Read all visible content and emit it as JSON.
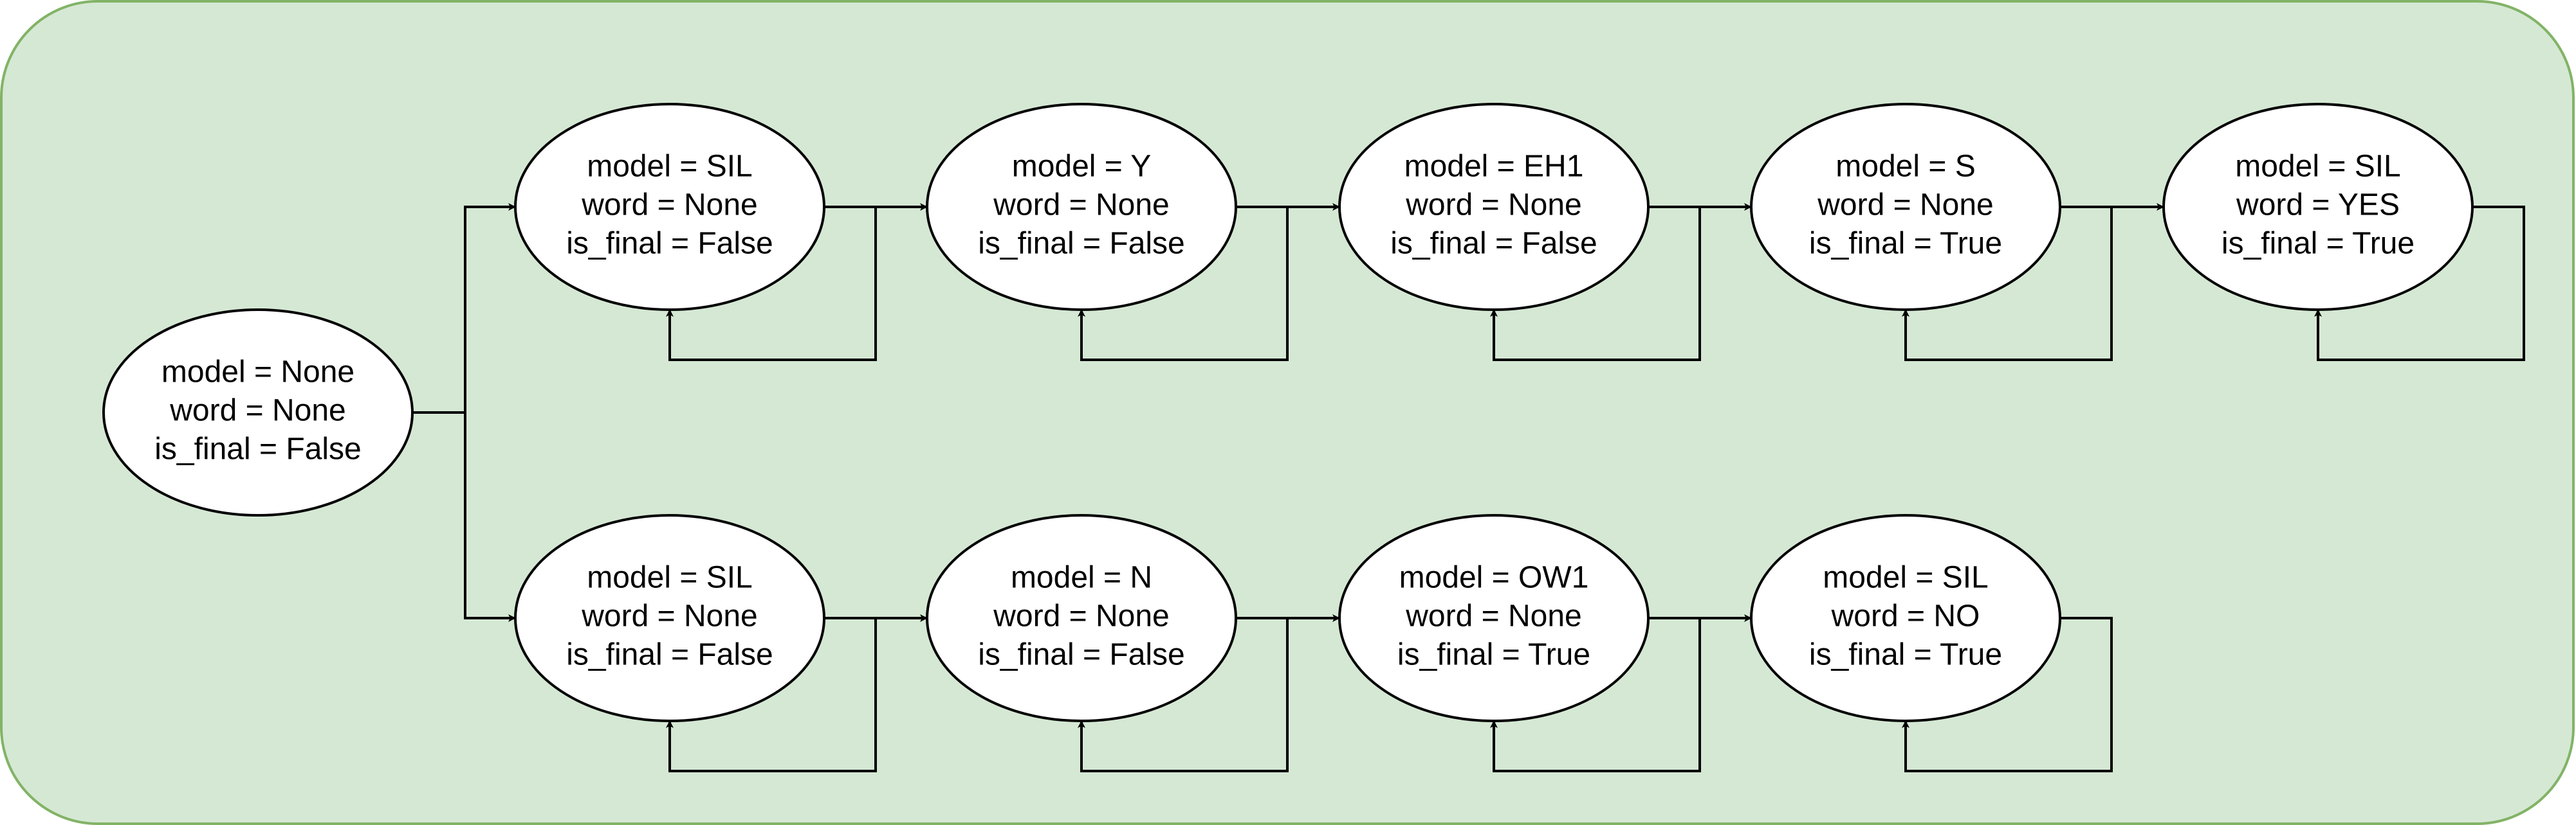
{
  "colors": {
    "panel_fill": "#d5e8d4",
    "panel_stroke": "#82b366",
    "node_fill": "#ffffff",
    "stroke": "#000000"
  },
  "states": {
    "start": {
      "model": "model = None",
      "word": "word = None",
      "is_final": "is_final = False"
    },
    "yes_path": [
      {
        "model": "model = SIL",
        "word": "word = None",
        "is_final": "is_final = False"
      },
      {
        "model": "model = Y",
        "word": "word = None",
        "is_final": "is_final = False"
      },
      {
        "model": "model = EH1",
        "word": "word = None",
        "is_final": "is_final = False"
      },
      {
        "model": "model = S",
        "word": "word = None",
        "is_final": "is_final = True"
      },
      {
        "model": "model = SIL",
        "word": "word = YES",
        "is_final": "is_final = True"
      }
    ],
    "no_path": [
      {
        "model": "model = SIL",
        "word": "word = None",
        "is_final": "is_final = False"
      },
      {
        "model": "model = N",
        "word": "word = None",
        "is_final": "is_final = False"
      },
      {
        "model": "model = OW1",
        "word": "word = None",
        "is_final": "is_final = True"
      },
      {
        "model": "model = SIL",
        "word": "word = NO",
        "is_final": "is_final = True"
      }
    ]
  }
}
